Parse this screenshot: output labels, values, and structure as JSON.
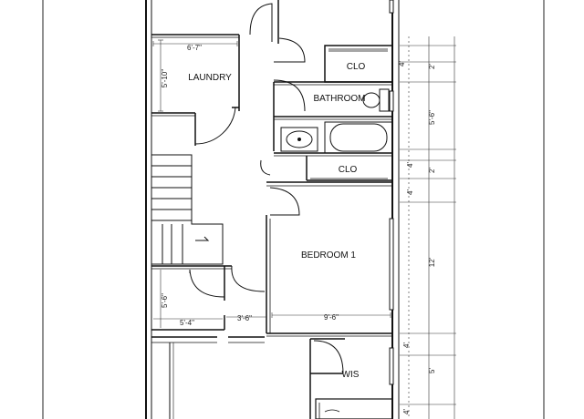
{
  "rooms": {
    "laundry": "LAUNDRY",
    "clo_top": "CLO",
    "bathroom": "BATHROOM",
    "clo_mid": "CLO",
    "bedroom": "BEDROOM 1",
    "wis": "WIS"
  },
  "dims": {
    "laundry_width": "6'-7\"",
    "laundry_depth": "5'-10\"",
    "lower_closet_depth": "5'-6\"",
    "lower_closet_width": "5'-4\"",
    "hall_width": "3'-6\"",
    "bedroom_width": "9'-6\"",
    "right_clo_top": "4'",
    "right_gap_top": "2'",
    "right_bath": "5'-6\"",
    "right_clo_mid": "4'",
    "right_gap_mid": "2'",
    "right_hall": "4'",
    "right_bedroom": "12'",
    "right_wis_top": "4'",
    "right_wis": "5'",
    "right_bottom": "4'"
  }
}
